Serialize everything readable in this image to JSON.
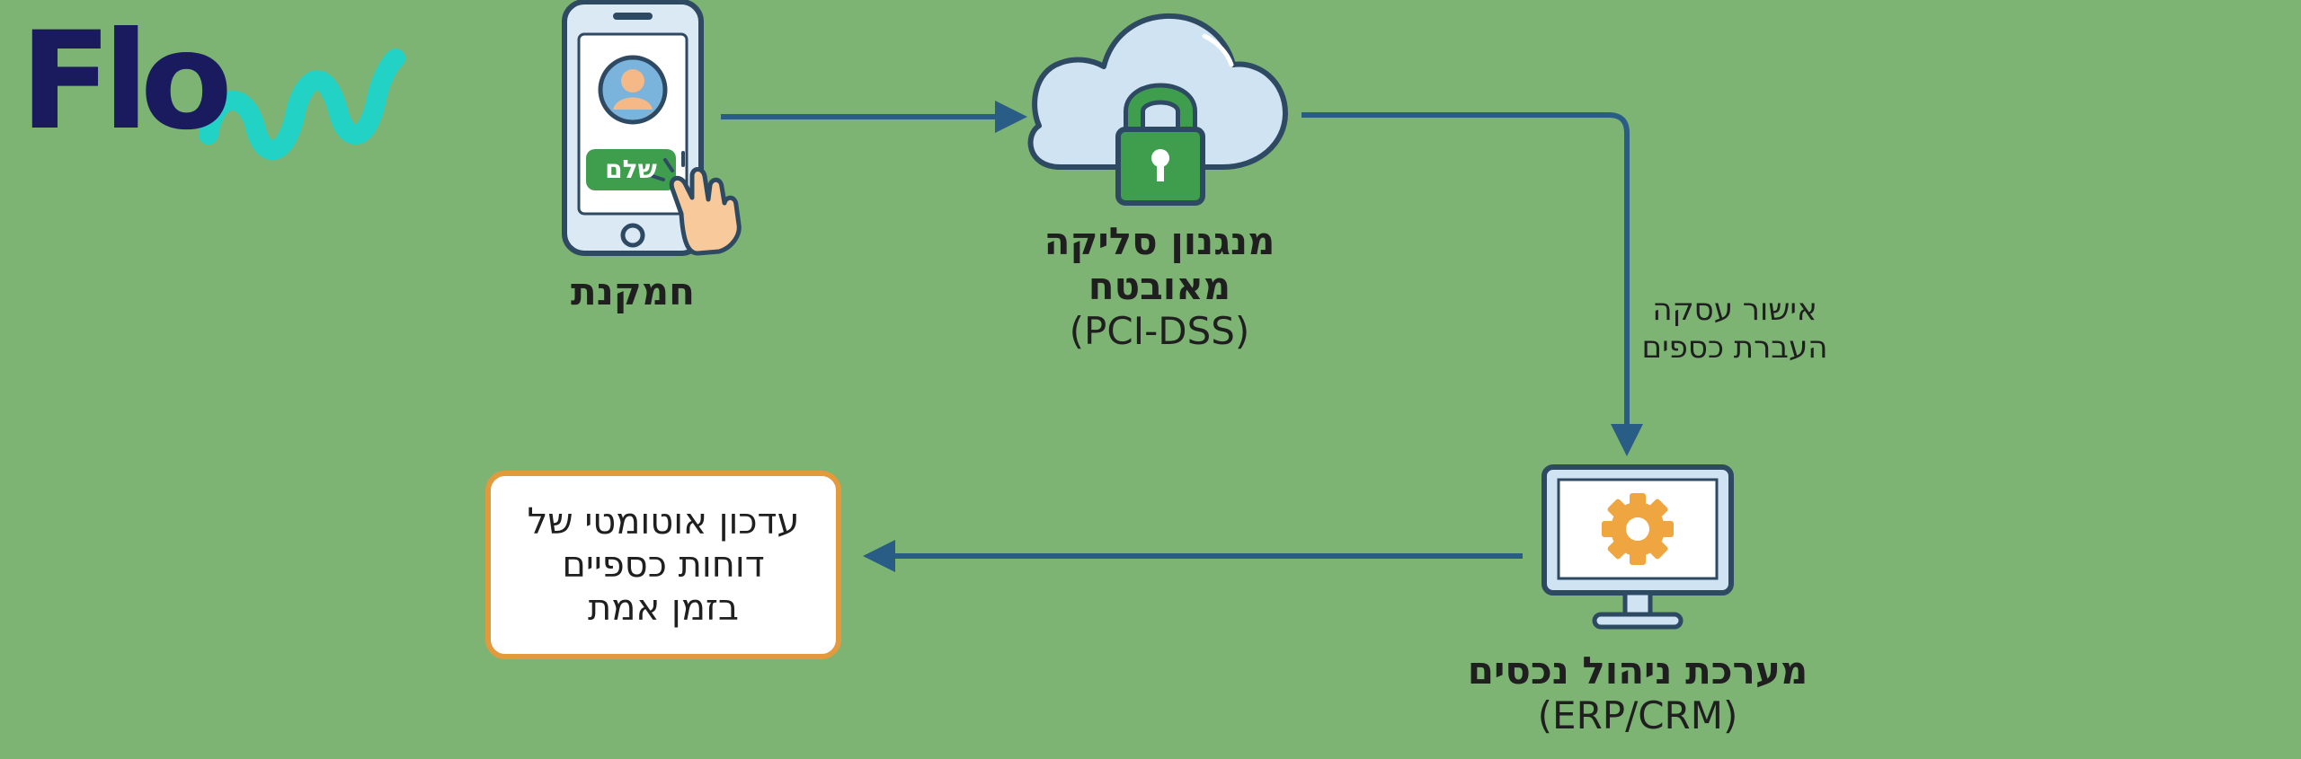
{
  "logo": {
    "text": "Flo"
  },
  "nodes": {
    "customer": {
      "label": "חמקנת",
      "button": "שלם"
    },
    "gateway": {
      "line1": "מנגנון סליקה",
      "line2": "מאובטח",
      "line3": "(PCI-DSS)"
    },
    "erp": {
      "line1": "מערכת ניהול נכסים",
      "line2": "(ERP/CRM)"
    },
    "report": {
      "line1": "עדכון אוטומטי של",
      "line2": "דוחות כספיים",
      "line3": "בזמן אמת"
    }
  },
  "edges": {
    "gateway_to_erp": {
      "line1": "אישור עסקה",
      "line2": "העברת כספים"
    }
  },
  "colors": {
    "background": "#7db373",
    "arrow": "#2a5d86",
    "lock": "#3f9e4d",
    "gear": "#f0a640",
    "report_border": "#e49a3c",
    "logo_primary": "#1a1a5e",
    "logo_accent": "#22d3c5"
  }
}
